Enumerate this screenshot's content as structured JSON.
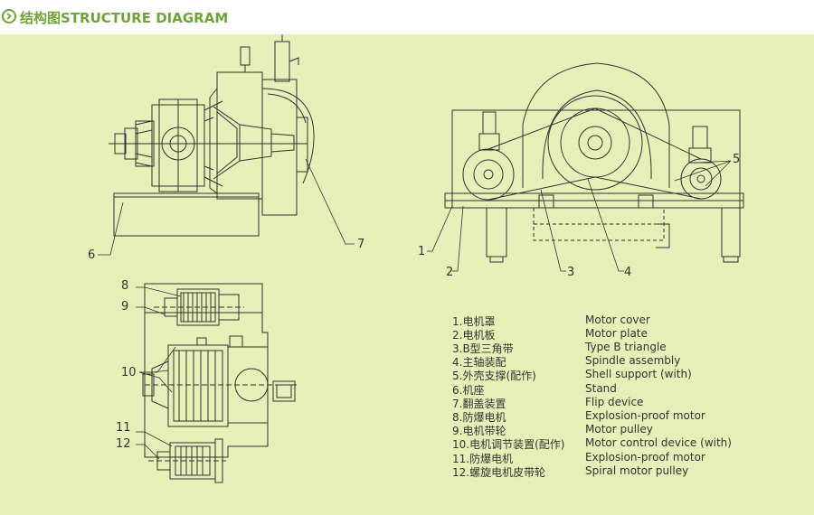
{
  "header": {
    "title": "结构图STRUCTURE DIAGRAM",
    "icon": "chevron-right-circle-icon",
    "accent_color": "#6fa335"
  },
  "panel": {
    "background": "#e6efb8"
  },
  "callouts": {
    "front": [
      "6",
      "7"
    ],
    "side": [
      "1",
      "2",
      "3",
      "4",
      "5"
    ],
    "plan": [
      "8",
      "9",
      "10",
      "11",
      "12"
    ]
  },
  "legend": [
    {
      "cn": "1.电机罩",
      "en": "Motor cover"
    },
    {
      "cn": "2.电机板",
      "en": "Motor plate"
    },
    {
      "cn": "3.B型三角带",
      "en": "Type B triangle"
    },
    {
      "cn": "4.主轴装配",
      "en": "Spindle assembly"
    },
    {
      "cn": "5.外壳支撑(配作)",
      "en": "Shell support (with)"
    },
    {
      "cn": "6.机座",
      "en": "Stand"
    },
    {
      "cn": "7.翻盖装置",
      "en": "Flip device"
    },
    {
      "cn": "8.防爆电机",
      "en": "Explosion-proof motor"
    },
    {
      "cn": "9.电机带轮",
      "en": "Motor pulley"
    },
    {
      "cn": "10.电机调节装置(配作)",
      "en": "Motor control device (with)"
    },
    {
      "cn": "11.防爆电机",
      "en": "Explosion-proof motor"
    },
    {
      "cn": "12.螺旋电机皮带轮",
      "en": "Spiral motor pulley"
    }
  ]
}
